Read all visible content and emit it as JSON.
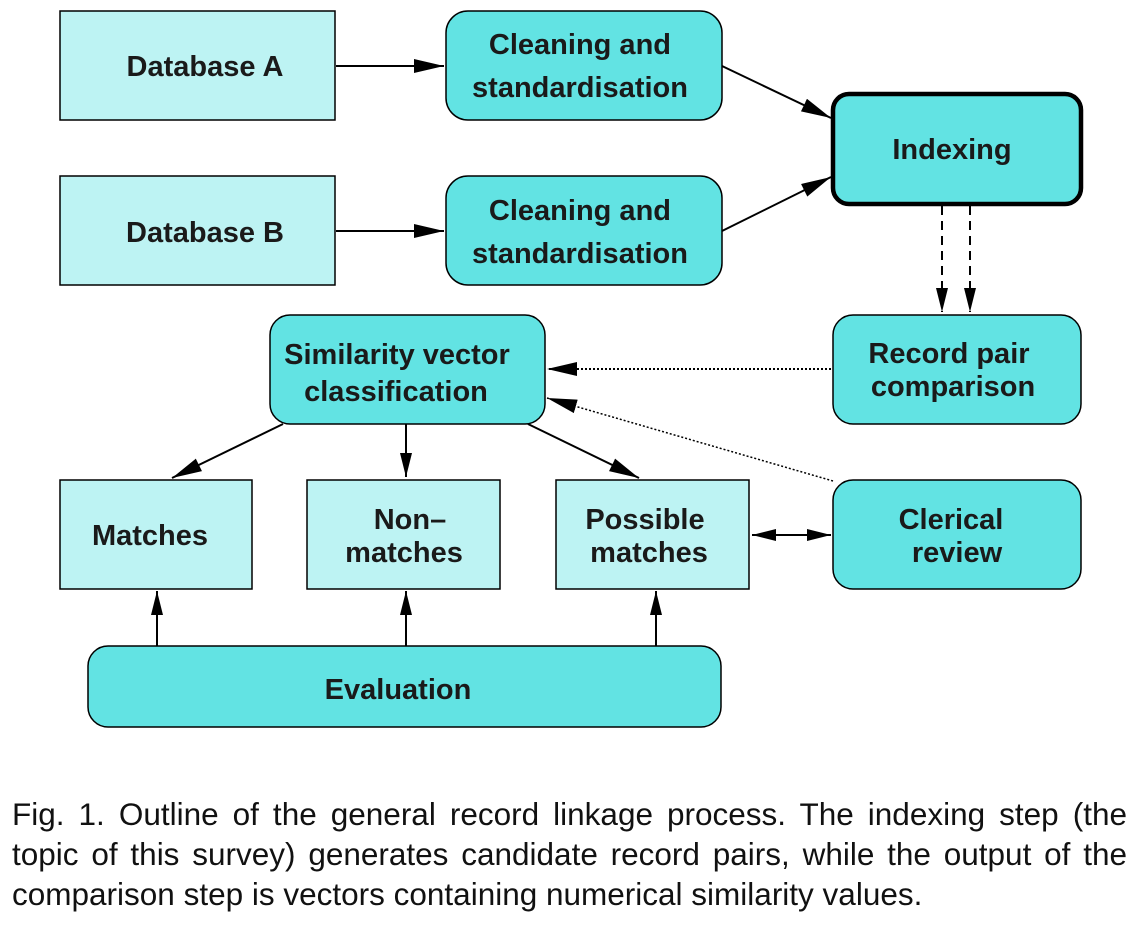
{
  "nodes": {
    "database_a": [
      "Database A"
    ],
    "database_b": [
      "Database B"
    ],
    "cleaning_a": [
      "Cleaning and",
      "standardisation"
    ],
    "cleaning_b": [
      "Cleaning and",
      "standardisation"
    ],
    "indexing": [
      "Indexing"
    ],
    "record_pair_comparison": [
      "Record pair",
      "comparison"
    ],
    "similarity_vector_classification": [
      "Similarity vector",
      "classification"
    ],
    "matches": [
      "Matches"
    ],
    "non_matches": [
      "Non–",
      "matches"
    ],
    "possible_matches": [
      "Possible",
      "matches"
    ],
    "clerical_review": [
      "Clerical",
      "review"
    ],
    "evaluation": [
      "Evaluation"
    ]
  },
  "caption": "Fig. 1. Outline of the general record linkage process. The indexing step (the topic of this survey) generates candidate record pairs, while the output of the comparison step is vectors containing numerical similarity values.",
  "colors": {
    "light_box": "#bdf3f3",
    "dark_box": "#62e3e3",
    "stroke": "#000000"
  }
}
